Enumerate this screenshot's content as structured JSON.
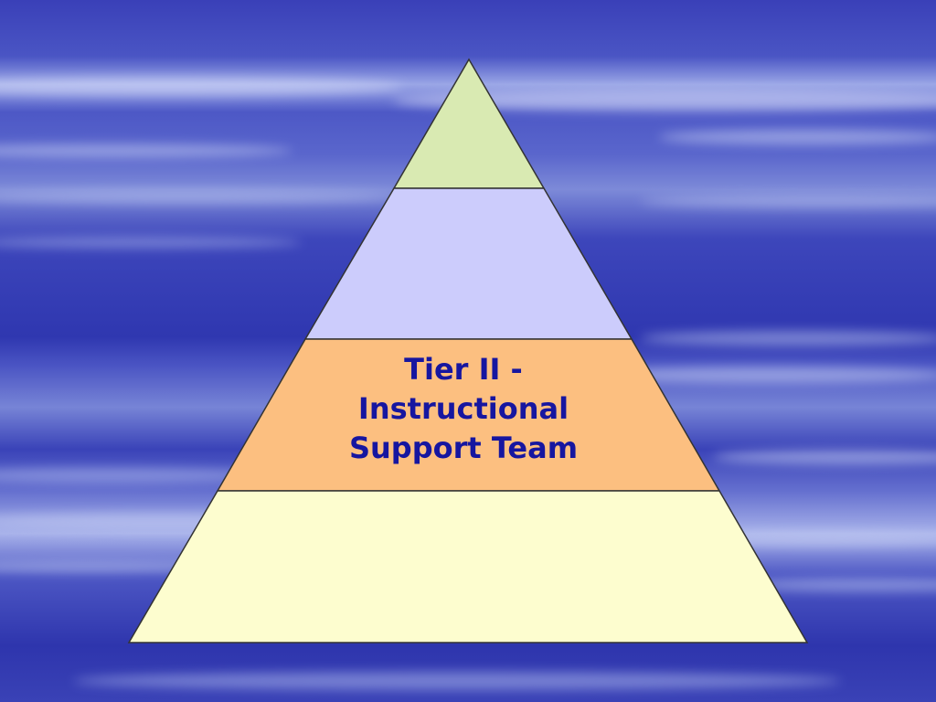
{
  "pyramid": {
    "tiers": [
      {
        "id": "tier-top",
        "fill": "#d9eab2",
        "label_lines": []
      },
      {
        "id": "tier-upper-middle",
        "fill": "#ccccfc",
        "label_lines": []
      },
      {
        "id": "tier-ii",
        "fill": "#fcbf80",
        "label_lines": [
          "Tier II -",
          "Instructional",
          "Support Team"
        ]
      },
      {
        "id": "tier-base",
        "fill": "#fdfdcf",
        "label_lines": []
      }
    ],
    "outline_color": "#333333",
    "label_color": "#1616a0"
  },
  "background": {
    "base_color": "#3139b2",
    "cloud_color": "#c8d0f4"
  }
}
